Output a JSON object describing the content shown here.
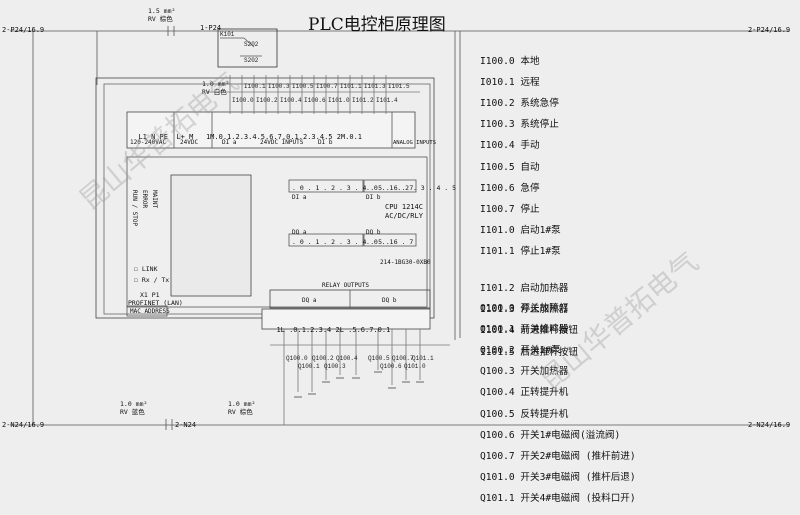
{
  "title": "PLC电控柜原理图",
  "rails": {
    "top_left": "2-P24/16.9",
    "top_right": "2-P24/16.9",
    "top_mid": "1-P24",
    "bottom_left": "2-N24/16.9",
    "bottom_right": "2-N24/16.9",
    "bottom_mid": "2-N24"
  },
  "wire_notes": {
    "top_wire": [
      "1.5 mm²",
      "RV 棕色"
    ],
    "mid_wire": [
      "1.0 mm²",
      "RV 白色"
    ],
    "bottom_wire": [
      "1.0 mm²",
      "RV 蓝色"
    ],
    "bottom_wire2": [
      "1.0 mm²",
      "RV 棕色"
    ]
  },
  "plc": {
    "cpu_model": "CPU 1214C",
    "cpu_type": "AC/DC/RLY",
    "part_no": "214-1BG30-0XB0",
    "top_power_label": "120-240VAC",
    "top_24vdc_label": "24VDC",
    "top_inputs_label": "24VDC INPUTS",
    "top_analog_label": "ANALOG INPUTS",
    "di_a": "DI a",
    "di_b": "DI b",
    "dq_a": "DQ a",
    "dq_b": "DQ b",
    "di_a_row": ". 0 . 1 . 2 . 3 . 4 . 5 . 6 . 7",
    "di_b_row": ". 0 . 1 . 2 . 3 . 4 . 5",
    "dq_a_row": ". 0 . 1 . 2 . 3 . 4 . 5 . 6 . 7",
    "dq_b_row": ". 0 . 1",
    "relay_outputs": "RELAY OUTPUTS",
    "link": "LINK",
    "rx_tx": "Rx / Tx",
    "profinet": "X1 P1",
    "profinet2": "PROFINET (LAN)",
    "mac": "MAC ADDRESS",
    "run_stop": "RUN / STOP",
    "error": "ERROR",
    "maint": "MAINT",
    "top_terminals": [
      "L1",
      "N",
      "PE",
      "L+",
      "M",
      "1M",
      ".0",
      ".1",
      ".2",
      ".3",
      ".4",
      ".5",
      ".6",
      ".7",
      ".0",
      ".1",
      ".2",
      ".3",
      ".4",
      ".5",
      "2M",
      ".0",
      ".1"
    ],
    "bottom_terminals": [
      "1L",
      ".0",
      ".1",
      ".2",
      ".3",
      ".4",
      "2L",
      ".5",
      ".6",
      ".7",
      ".0",
      ".1"
    ],
    "input_tags": [
      "I100.0",
      "I100.1",
      "I100.2",
      "I100.3",
      "I100.4",
      "I100.5",
      "I100.6",
      "I100.7",
      "I101.0",
      "I101.1",
      "I101.2",
      "I101.3",
      "I101.4",
      "I101.5"
    ],
    "output_tags": [
      "Q100.0",
      "Q100.1",
      "Q100.2",
      "Q100.3",
      "Q100.4",
      "Q100.5",
      "Q100.6",
      "Q100.7",
      "Q101.0",
      "Q101.1"
    ]
  },
  "inputs": [
    "I100.0 本地",
    "I010.1 远程",
    "I100.2 系统急停",
    "I100.3 系统停止",
    "I100.4 手动",
    "I100.5 自动",
    "I100.6 急停",
    "I100.7 停止",
    "I101.0 启动1#泵",
    "I101.1 停止1#泵",
    "",
    "I101.2 启动加热器",
    "I101.3 停止加热器",
    "I101.4 前进推杆按钮",
    "I101.5 后进推杆按钮"
  ],
  "outputs": [
    "Q100.0 开关故障灯",
    "Q100.1 开关蜂鸣器",
    "Q100.2 开关1#泵",
    "Q100.3 开关加热器",
    "Q100.4 正转提升机",
    "Q100.5 反转提升机",
    "Q100.6 开关1#电磁阀(溢流阀)",
    "Q100.7 开关2#电磁阀 (推杆前进)",
    "Q101.0 开关3#电磁阀 (推杆后退)",
    "Q101.1 开关4#电磁阀 (投料口开)"
  ],
  "watermark": "昆山华普拓电气"
}
